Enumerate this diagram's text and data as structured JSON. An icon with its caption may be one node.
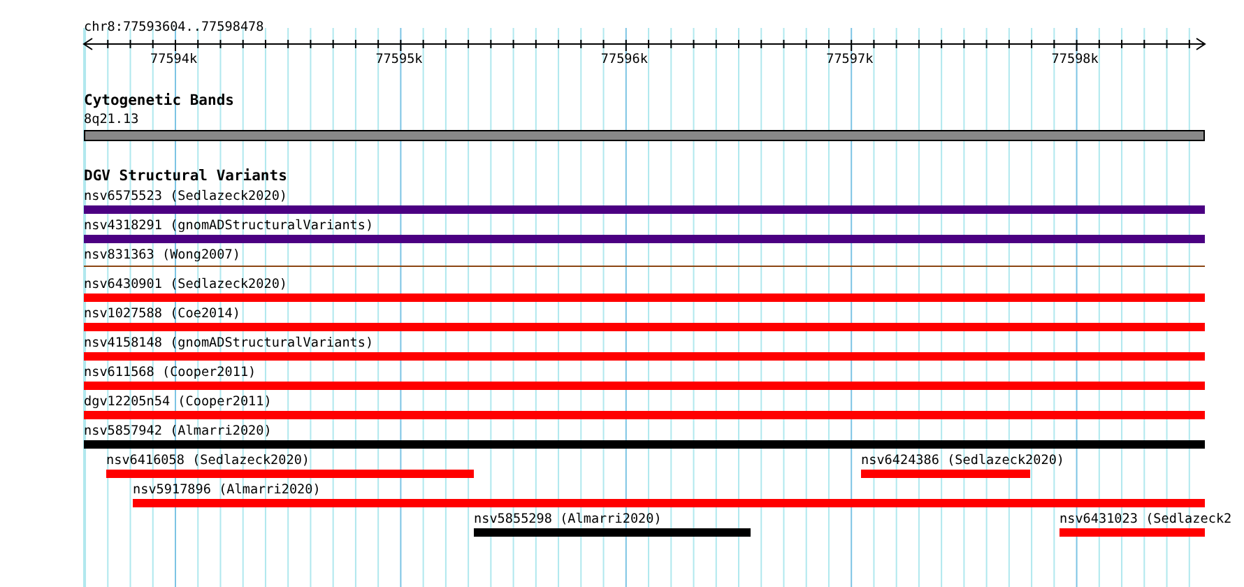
{
  "diagram": {
    "nodes": [
      {
        "text": [
          "8q21.13"
        ]
      },
      {
        "text": [
          "nsv6575523 (Sedlazeck2020)"
        ]
      },
      {
        "text": [
          "nsv4318291 (gnomADStructuralVariants)"
        ]
      },
      {
        "text": [
          "nsv831363 (Wong2007)"
        ]
      },
      {
        "text": [
          "nsv6430901 (Sedlazeck2020)"
        ]
      },
      {
        "text": [
          "nsv1027588 (Coe2014)"
        ]
      },
      {
        "text": [
          "nsv4158148 (gnomADStructuralVariants)"
        ]
      },
      {
        "text": [
          "nsv611568 (Cooper2011)"
        ]
      },
      {
        "text": [
          "dgv12205n54 (Cooper2011)"
        ]
      },
      {
        "text": [
          "nsv5857942 (Almarri2020)"
        ]
      },
      {
        "text": [
          "nsv6416058 (Sedlazeck2020)"
        ]
      },
      {
        "text": [
          "nsv6424386 (Sedlazeck2020)"
        ]
      },
      {
        "text": [
          "nsv5917896 (Almarri2020)"
        ]
      },
      {
        "text": [
          "nsv5855298 (Almarri2020)"
        ]
      },
      {
        "text": [
          "nsv6431023 (Sedlazeck2"
        ]
      }
    ],
    "edges": [],
    "labels": [
      "chr8:77593604..77598478",
      "77594k",
      "77595k",
      "77596k",
      "77597k",
      "77598k",
      "Cytogenetic Bands",
      "DGV Structural Variants"
    ]
  }
}
